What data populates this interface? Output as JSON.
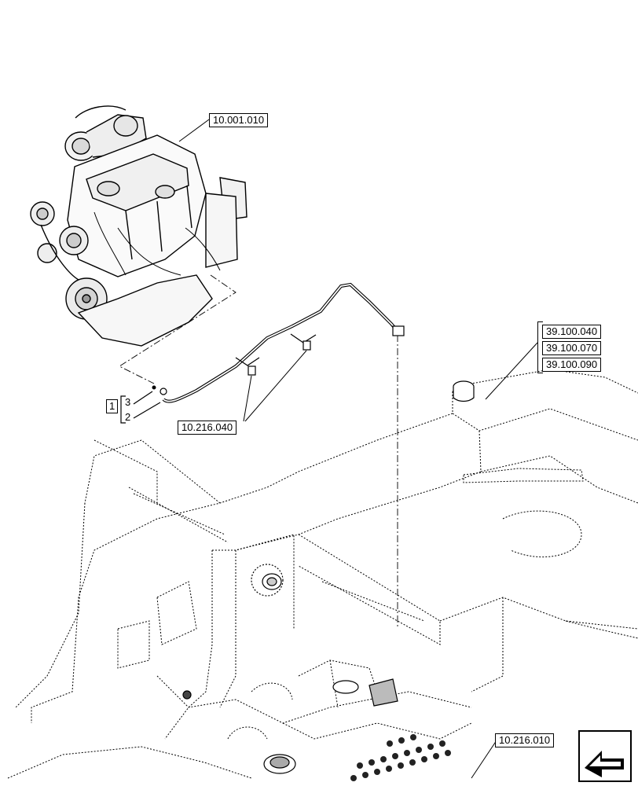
{
  "callouts": {
    "engine_ref": "10.001.010",
    "frame_refs": [
      "39.100.040",
      "39.100.070",
      "39.100.090"
    ],
    "clip_ref": "10.216.040",
    "tank_ref": "10.216.010"
  },
  "item_group": {
    "number": "1",
    "sub_items": [
      "3",
      "2"
    ]
  },
  "nav_icon": "next-page-arrow-icon"
}
